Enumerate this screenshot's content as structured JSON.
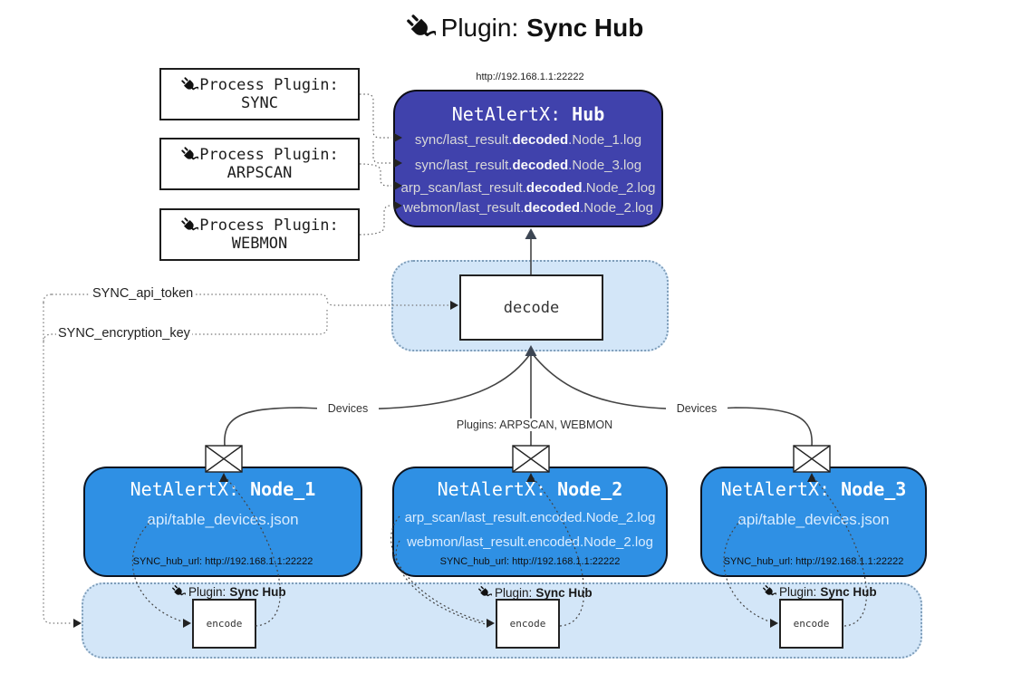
{
  "title": {
    "prefix": "Plugin:",
    "name": "Sync Hub"
  },
  "process_plugins": [
    {
      "label": "Process Plugin:",
      "name": "SYNC"
    },
    {
      "label": "Process Plugin:",
      "name": "ARPSCAN"
    },
    {
      "label": "Process Plugin:",
      "name": "WEBMON"
    }
  ],
  "hub": {
    "url": "http://192.168.1.1:22222",
    "title_prefix": "NetAlertX:",
    "title_name": "Hub",
    "rows": [
      {
        "pre": "sync/last_result.",
        "bold": "decoded",
        "post": ".Node_1.log"
      },
      {
        "pre": "sync/last_result.",
        "bold": "decoded",
        "post": ".Node_3.log"
      },
      {
        "pre": "arp_scan/last_result.",
        "bold": "decoded",
        "post": ".Node_2.log"
      },
      {
        "pre": "webmon/last_result.",
        "bold": "decoded",
        "post": ".Node_2.log"
      }
    ]
  },
  "decode_label": "decode",
  "config": {
    "api_token": "SYNC_api_token",
    "encryption_key": "SYNC_encryption_key"
  },
  "edge_labels": {
    "devices_left": "Devices",
    "plugins_mid": "Plugins: ARPSCAN, WEBMON",
    "devices_right": "Devices"
  },
  "nodes": [
    {
      "title_prefix": "NetAlertX:",
      "title_name": "Node_1",
      "lines": [
        "api/table_devices.json"
      ],
      "hub_url": "SYNC_hub_url: http://192.168.1.1:22222"
    },
    {
      "title_prefix": "NetAlertX:",
      "title_name": "Node_2",
      "lines": [
        "arp_scan/last_result.encoded.Node_2.log",
        "webmon/last_result.encoded.Node_2.log"
      ],
      "hub_url": "SYNC_hub_url: http://192.168.1.1:22222"
    },
    {
      "title_prefix": "NetAlertX:",
      "title_name": "Node_3",
      "lines": [
        "api/table_devices.json"
      ],
      "hub_url": "SYNC_hub_url: http://192.168.1.1:22222"
    }
  ],
  "encode_sections": [
    {
      "prefix": "Plugin:",
      "name": "Sync Hub",
      "box_label": "encode"
    },
    {
      "prefix": "Plugin:",
      "name": "Sync Hub",
      "box_label": "encode"
    },
    {
      "prefix": "Plugin:",
      "name": "Sync Hub",
      "box_label": "encode"
    }
  ],
  "colors": {
    "hub_fill": "#4042ac",
    "node_fill": "#2f90e4",
    "panel_fill": "#d3e6f8",
    "panel_border": "#7e9db9",
    "line": "#444444",
    "hub_text": "#d8d8d8",
    "node_text": "#d9ecff"
  }
}
